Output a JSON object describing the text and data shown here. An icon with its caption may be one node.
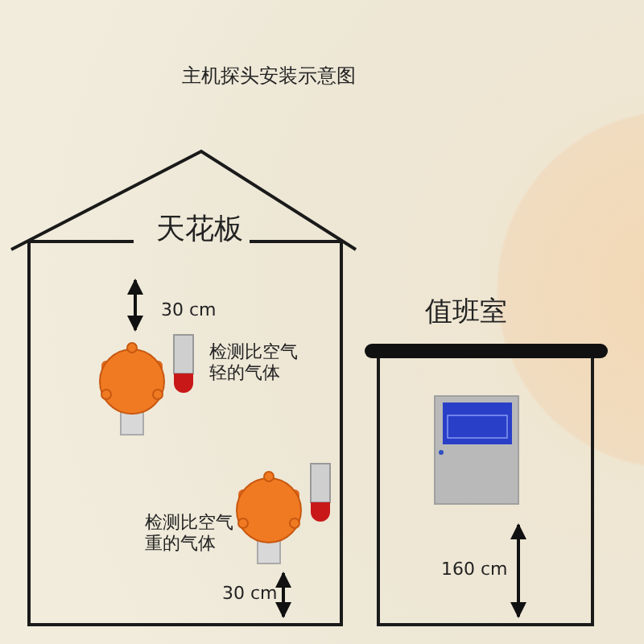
{
  "diagram": {
    "title": "主机探头安装示意图",
    "nodes": [
      {
        "text": [
          "天花板"
        ]
      },
      {
        "text": [
          "值班室"
        ]
      }
    ],
    "labels": [
      "30 cm",
      "检测比空气轻的气体",
      "检测比空气重的气体",
      "30 cm",
      "160 cm"
    ]
  }
}
